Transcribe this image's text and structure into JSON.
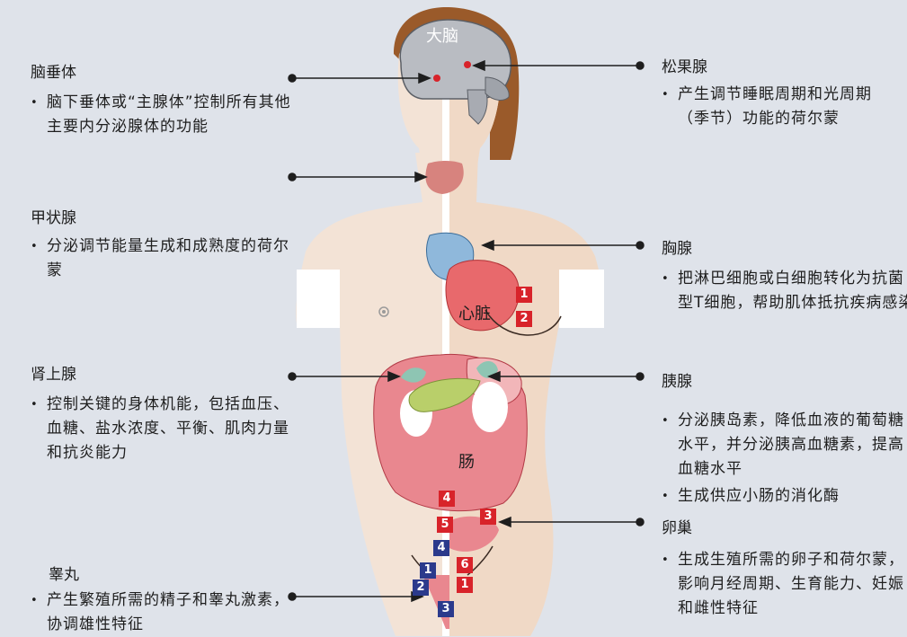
{
  "brain_label": "大脑",
  "heart_label": "心脏",
  "intestine_label": "肠",
  "pituitary": {
    "title": "脑垂体",
    "bullets": [
      "脑下垂体或“主腺体”控制所有其他主要内分泌腺体的功能"
    ]
  },
  "thyroid": {
    "title": "甲状腺",
    "bullets": [
      "分泌调节能量生成和成熟度的荷尔蒙"
    ]
  },
  "adrenal": {
    "title": "肾上腺",
    "bullets": [
      "控制关键的身体机能，包括血压、血糖、盐水浓度、平衡、肌肉力量和抗炎能力"
    ]
  },
  "testes": {
    "title": "睾丸",
    "bullets": [
      "产生繁殖所需的精子和睾丸激素，协调雄性特征"
    ]
  },
  "pineal": {
    "title": "松果腺",
    "bullets": [
      "产生调节睡眠周期和光周期（季节）功能的荷尔蒙"
    ]
  },
  "thymus": {
    "title": "胸腺",
    "bullets": [
      "把淋巴细胞或白细胞转化为抗菌型T细胞，帮助肌体抵抗疾病感染"
    ]
  },
  "pancreas": {
    "title": "胰腺",
    "bullets": [
      "分泌胰岛素，降低血液的葡萄糖水平，并分泌胰高血糖素，提高血糖水平",
      "生成供应小肠的消化酶"
    ]
  },
  "ovaries": {
    "title": "卵巢",
    "bullets": [
      "生成生殖所需的卵子和荷尔蒙，影响月经周期、生育能力、妊娠和雌性特征"
    ]
  },
  "badges": {
    "r1": "1",
    "r2": "2",
    "r3": "3",
    "r4": "4",
    "r5": "5",
    "r6": "6",
    "rb1": "1",
    "b1": "1",
    "b2": "2",
    "b3": "3",
    "b4": "4"
  },
  "colors": {
    "background": "#dfe3ea",
    "skin_left": "#f3e3d6",
    "skin_right": "#f0d9c6",
    "red_badge": "#d8232a",
    "blue_badge": "#2b3a8c"
  }
}
